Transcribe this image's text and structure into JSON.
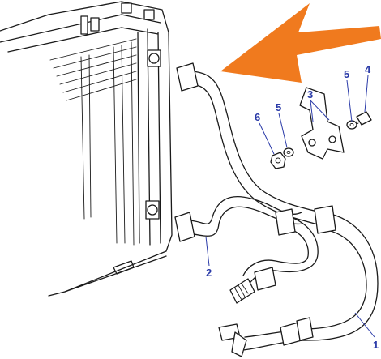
{
  "colors": {
    "arrow": "#f07a1e",
    "callout": "#2a3aa8",
    "ink": "#1a1a1a"
  },
  "callouts": [
    {
      "id": "1",
      "label": "1"
    },
    {
      "id": "2",
      "label": "2"
    },
    {
      "id": "3",
      "label": "3"
    },
    {
      "id": "4",
      "label": "4"
    },
    {
      "id": "5a",
      "label": "5"
    },
    {
      "id": "5b",
      "label": "5"
    },
    {
      "id": "6",
      "label": "6"
    }
  ]
}
